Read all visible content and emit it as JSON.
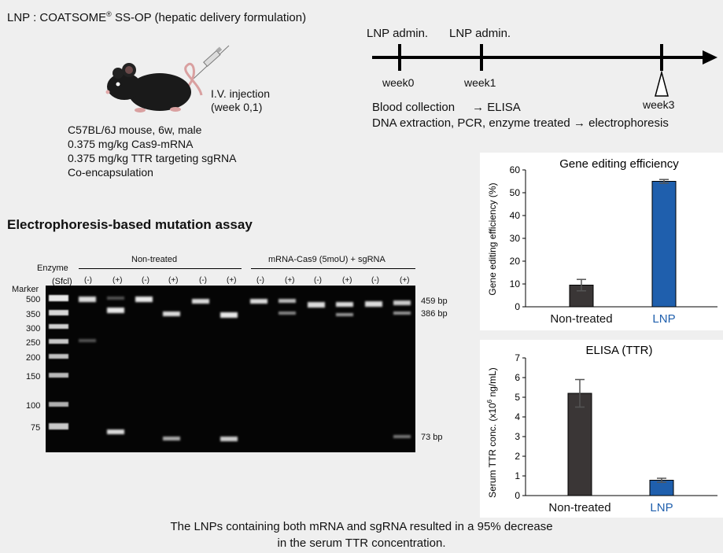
{
  "header": {
    "lnp_prefix": "LNP : COATSOME",
    "lnp_reg": "®",
    "lnp_suffix": " SS-OP (hepatic delivery formulation)"
  },
  "injection": {
    "line1": "I.V. injection",
    "line2": "(week 0,1)"
  },
  "mouse_info": [
    "C57BL/6J mouse, 6w, male",
    "0.375 mg/kg Cas9-mRNA",
    "0.375 mg/kg TTR targeting sgRNA",
    "Co-encapsulation"
  ],
  "timeline": {
    "admin1": "LNP admin.",
    "admin2": "LNP admin.",
    "week0": "week0",
    "week1": "week1",
    "week3": "week3",
    "line1_left": "Blood collection",
    "line1_arrow": "→ ELISA",
    "line2": "DNA extraction, PCR, enzyme treated → electrophoresis"
  },
  "gel": {
    "title": "Electrophoresis-based mutation assay",
    "enzyme_label": "Enzyme",
    "sfcl_label": "(Sfcl)",
    "marker_label": "Marker",
    "group1": "Non-treated",
    "group2": "mRNA-Cas9 (5moU) + sgRNA",
    "lanes": [
      "(-)",
      "(+)",
      "(-)",
      "(+)",
      "(-)",
      "(+)",
      "(-)",
      "(+)",
      "(-)",
      "(+)",
      "(-)",
      "(+)"
    ],
    "marker_sizes": [
      "500",
      "350",
      "300",
      "250",
      "200",
      "150",
      "100",
      "75"
    ],
    "band_labels": [
      "459 bp",
      "386 bp",
      "73 bp"
    ]
  },
  "chart_data": [
    {
      "type": "bar",
      "title": "Gene editing efficiency",
      "ylabel": "Gene editing efficiency (%)",
      "categories": [
        "Non-treated",
        "LNP"
      ],
      "values": [
        9.5,
        55
      ],
      "errors": [
        2.5,
        0.8
      ],
      "ylim": [
        0,
        60
      ],
      "yticks": [
        "0",
        "10",
        "20",
        "30",
        "40",
        "50",
        "60"
      ],
      "colors": [
        "#3a3636",
        "#1f5fad"
      ]
    },
    {
      "type": "bar",
      "title": "ELISA (TTR)",
      "ylabel_prefix": "Serum TTR conc. (x10",
      "ylabel_sup": "6",
      "ylabel_suffix": " ng/mL)",
      "categories": [
        "Non-treated",
        "LNP"
      ],
      "values": [
        5.2,
        0.78
      ],
      "errors": [
        0.7,
        0.1
      ],
      "ylim": [
        0,
        7
      ],
      "yticks": [
        "0",
        "1",
        "2",
        "3",
        "4",
        "5",
        "6",
        "7"
      ],
      "colors": [
        "#3a3636",
        "#1f5fad"
      ]
    }
  ],
  "conclusion": {
    "line1": "The LNPs containing both mRNA and sgRNA resulted in a 95% decrease",
    "line2": "in the serum TTR concentration."
  }
}
